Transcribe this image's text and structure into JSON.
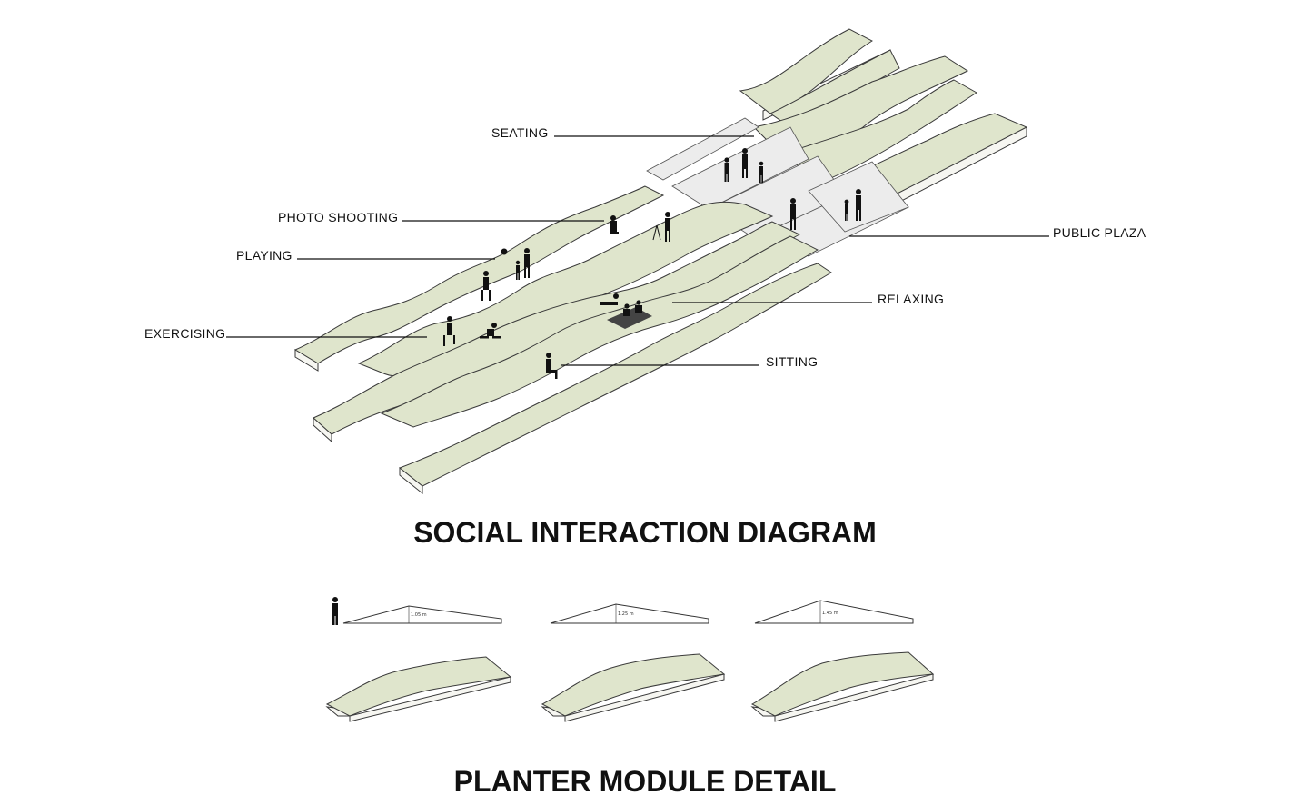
{
  "diagram": {
    "title": "SOCIAL INTERACTION DIAGRAM",
    "labels": {
      "seating": "SEATING",
      "photo_shooting": "PHOTO SHOOTING",
      "playing": "PLAYING",
      "exercising": "EXERCISING",
      "public_plaza": "PUBLIC PLAZA",
      "relaxing": "RELAXING",
      "sitting": "SITTING"
    }
  },
  "module_detail": {
    "title": "PLANTER MODULE DETAIL",
    "heights": [
      "1.05 m",
      "1.25 m",
      "1.45 m"
    ]
  },
  "colors": {
    "planter_top": "#dfe5cc",
    "plaza": "#ececec",
    "figure": "#111111",
    "text": "#111111"
  }
}
